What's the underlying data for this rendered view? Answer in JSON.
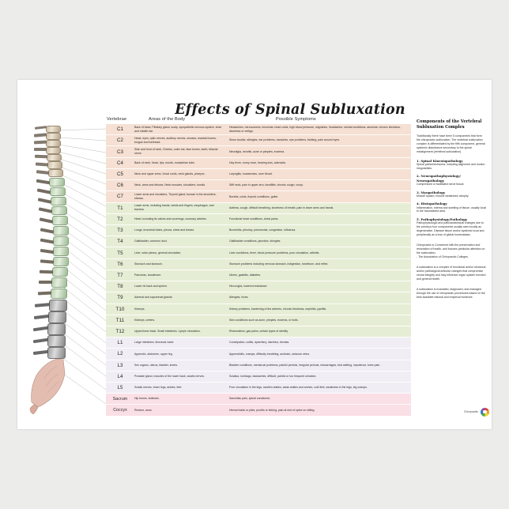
{
  "poster": {
    "title": "Effects of Spinal Subluxation",
    "headers": {
      "vertebrae": "Vertebrae",
      "areas": "Areas of the Body",
      "symptoms": "Possible Symptoms"
    }
  },
  "rows": [
    {
      "region": "cervical",
      "vertebra": "C1",
      "areas": "Back of head, Pituitary gland, scalp, sympathetic nervous system, inner and middle ear.",
      "symptoms": "Headaches, nervousness, insomnia, head colds, high blood pressure, migraines, headaches, mental conditions, amnesia, chronic tiredness, dizziness or vertigo."
    },
    {
      "region": "cervical",
      "vertebra": "C2",
      "areas": "Head, eyes, optic nerves, auditory nerves, sinuses, mastoid bones, tongue and forehead.",
      "symptoms": "Sinus trouble, allergies, ear problems, earaches, eye problems, fainting, pain around eyes."
    },
    {
      "region": "cervical",
      "vertebra": "C3",
      "areas": "Side and front of neck, Cheeks, outer ear, face bones, teeth, trifacial nerve.",
      "symptoms": "Neuralgia, neuritis, acne or pimples, eczema."
    },
    {
      "region": "cervical",
      "vertebra": "C4",
      "areas": "Back of neck, Nose, lips, mouth, eustachian tube.",
      "symptoms": "Hay fever, runny nose, hearing loss, adenoids."
    },
    {
      "region": "cervical",
      "vertebra": "C5",
      "areas": "Neck and upper arms, Vocal cords, neck glands, pharynx.",
      "symptoms": "Laryngitis, hoarseness, sore throat."
    },
    {
      "region": "cervical",
      "vertebra": "C6",
      "areas": "Neck, arms and elbows, Neck muscles, shoulders, tonsils.",
      "symptoms": "Stiff neck, pain in upper arm, tonsillitis, chronic cough, croup."
    },
    {
      "region": "cervical",
      "vertebra": "C7",
      "areas": "Lower arms and shoulders, Thyroid gland, bursae in the shoulders, elbows.",
      "symptoms": "Bursitis, colds, thyroid conditions, goiter."
    },
    {
      "region": "thoracic",
      "vertebra": "T1",
      "areas": "Lower arms, including hands, wrists and fingers, esophagus, and trachea.",
      "symptoms": "Asthma, cough, difficult breathing, shortness of breath, pain in lower arms and hands."
    },
    {
      "region": "thoracic",
      "vertebra": "T2",
      "areas": "Heart, including its valves and coverings, coronary arteries.",
      "symptoms": "Functional heart conditions, chest pains."
    },
    {
      "region": "thoracic",
      "vertebra": "T3",
      "areas": "Lungs, bronchial tubes, pleura, chest and breast.",
      "symptoms": "Bronchitis, pleurisy, pneumonia, congestion, influenza."
    },
    {
      "region": "thoracic",
      "vertebra": "T4",
      "areas": "Gallbladder, common duct.",
      "symptoms": "Gallbladder conditions, jaundice, shingles."
    },
    {
      "region": "thoracic",
      "vertebra": "T5",
      "areas": "Liver, solar plexus, general circulation.",
      "symptoms": "Liver conditions, fever, blood pressure problems, poor circulation, arthritis."
    },
    {
      "region": "thoracic",
      "vertebra": "T6",
      "areas": "Stomach and stomach.",
      "symptoms": "Stomach problems including nervous stomach, indigestion, heartburn, and reflex."
    },
    {
      "region": "thoracic",
      "vertebra": "T7",
      "areas": "Pancreas, duodenum.",
      "symptoms": "Ulcers, gastritis, diabetes."
    },
    {
      "region": "thoracic",
      "vertebra": "T8",
      "areas": "Lower rib back and spleen.",
      "symptoms": "Hiccoughs, lowered resistance."
    },
    {
      "region": "thoracic",
      "vertebra": "T9",
      "areas": "Adrenal and suprarenal glands.",
      "symptoms": "Allergies, hives."
    },
    {
      "region": "thoracic",
      "vertebra": "T10",
      "areas": "Kidneys.",
      "symptoms": "Kidney problems, hardening of the arteries, chronic tiredness, nephritis, pyelitis."
    },
    {
      "region": "thoracic",
      "vertebra": "T11",
      "areas": "Kidneys, ureters.",
      "symptoms": "Skin conditions such as acne, pimples, eczema, or boils."
    },
    {
      "region": "thoracic",
      "vertebra": "T12",
      "areas": "Upper/lower back. Small intestines. Lymph circulation.",
      "symptoms": "Rheumatism, gas pains, certain types of sterility."
    },
    {
      "region": "lumbar",
      "vertebra": "L1",
      "areas": "Large intestines, ileocecal valve.",
      "symptoms": "Constipation, colitis, dysentery, diarrhea, hernias."
    },
    {
      "region": "lumbar",
      "vertebra": "L2",
      "areas": "Appendix, abdomen, upper leg.",
      "symptoms": "Appendicitis, cramps, difficulty breathing, acidosis, varicose veins."
    },
    {
      "region": "lumbar",
      "vertebra": "L3",
      "areas": "Sex organs, uterus, bladder, knees.",
      "symptoms": "Bladder conditions, menstrual problems, painful periods, irregular periods, miscarriages, bed wetting, impotence, knee pain."
    },
    {
      "region": "lumbar",
      "vertebra": "L4",
      "areas": "Prostate gland, muscles of the lower back, sciatic nerves.",
      "symptoms": "Sciatica, lumbago, backaches, difficult, painful or too frequent urination."
    },
    {
      "region": "lumbar",
      "vertebra": "L5",
      "areas": "Sciatic nerves, lower legs, ankles, feet.",
      "symptoms": "Poor circulation in the legs, swollen ankles, weak ankles and arches, cold feet, weakness in the legs, leg cramps."
    },
    {
      "region": "sacral",
      "vertebra": "Sacrum",
      "areas": "Hip bones, buttocks.",
      "symptoms": "Sacroiliac pain, spinal curvatures."
    },
    {
      "region": "sacral",
      "vertebra": "Coccyx",
      "areas": "Rectum, anus.",
      "symptoms": "Hemorrhoids or piles, pruritis or itching, pain at end of spine on sitting."
    }
  ],
  "side_panel": {
    "title": "Components of the Vertebral Subluxation Complex",
    "intro": "Traditionally there have been 5 components that form the chiropractic subluxation. The vertebral subluxation complex is differentiated by the fifth component, general systemic disturbance secondary to the spinal misalignment (vertebral subluxation).",
    "components": [
      {
        "name": "1. Spinal Kinesiopathology",
        "description": "Spinal pathomechanics, including alignment and motion irregularities."
      },
      {
        "name": "2. Neuropathophysiology/ Neuropathology",
        "description": "Compressed or facilitated nerve tissue."
      },
      {
        "name": "3. Myopathology",
        "description": "Muscle spasm, muscle weakness/ atrophy."
      },
      {
        "name": "4. Histopathology",
        "description": "Inflammation, edema and swelling of tissue, usually local to the traumatized area."
      },
      {
        "name": "5. Pathophysiology/Pathology",
        "description": "Pathophysiologic and pathoanatomical changes due to the previous four components usually seen locally as degenerative. Disease tissue and/or systemic local and peripherally as a loss of global homeostasis."
      }
    ],
    "quote": "Chiropractic is Concerned with the preservation and restoration of health, and focuses particular attention on the subluxation.",
    "quote_cite": "- The Association of Chiropractic Colleges",
    "definition": "A subluxation is a complex of functional and/or structural and/or pathological articular changes that compromise neural integrity and may influence organ system function and general health.",
    "definition_2": "A subluxation is evaluated, diagnosed, and managed through the use of chiropractic procedures based on the best available rational and empirical evidence."
  },
  "logo": {
    "label": "Chiropractic"
  }
}
